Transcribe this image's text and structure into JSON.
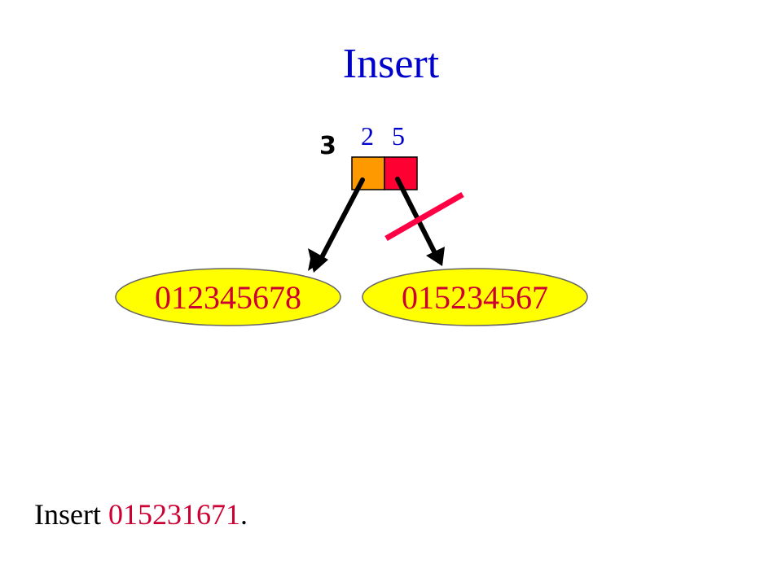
{
  "title": "Insert",
  "directory": {
    "depth": "3",
    "labels": [
      "2",
      "5"
    ],
    "cell_colors": [
      "#ff9900",
      "#ff0033"
    ]
  },
  "buckets": [
    "012345678",
    "015234567"
  ],
  "bucket_fill": "#ffff00",
  "instruction": {
    "prefix": "Insert ",
    "key": "015231671",
    "suffix": "."
  },
  "colors": {
    "title": "#0000cc",
    "accent": "#cc0033",
    "strike": "#ff0044"
  }
}
